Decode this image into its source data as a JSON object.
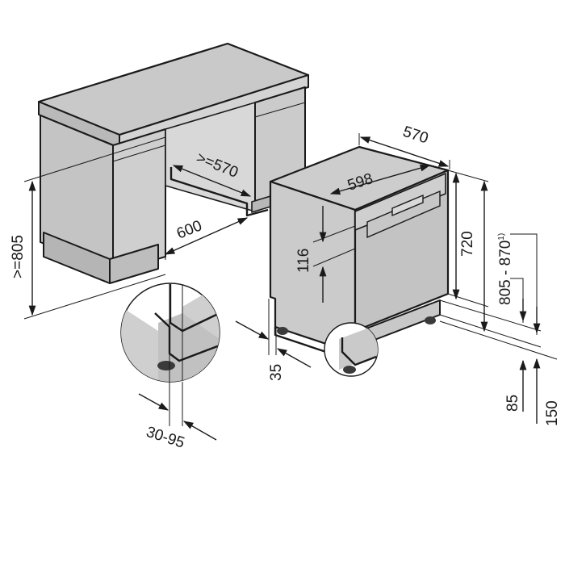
{
  "dimensions": {
    "niche_height": ">=805",
    "niche_depth": ">=570",
    "niche_width": "600",
    "appliance_depth": "570",
    "appliance_width": "598",
    "panel_height": "116",
    "body_height": "720",
    "total_height_range": "805 - 870",
    "total_height_note": "1)",
    "plinth_recess": "35",
    "plinth_height": "85",
    "plinth_max": "150",
    "plinth_setback": "30-95"
  },
  "colors": {
    "fill_gray": "#c8c8c8",
    "fill_light": "#d6d6d6",
    "fill_dark": "#b4b4b4",
    "line": "#1a1a1a"
  }
}
